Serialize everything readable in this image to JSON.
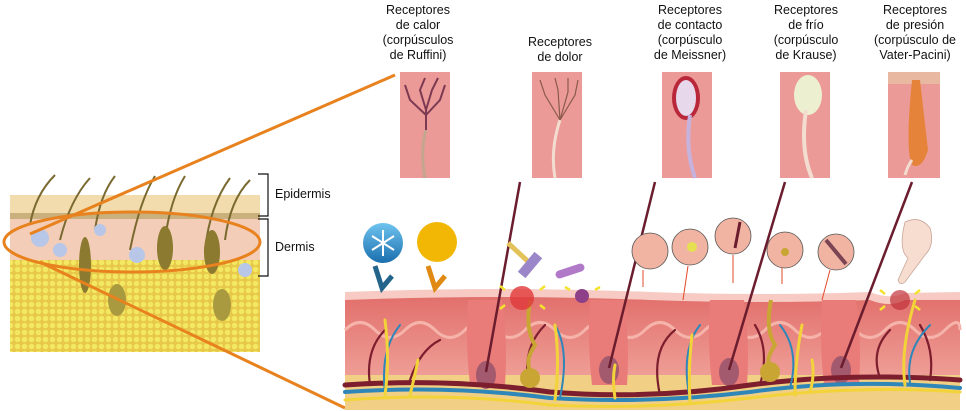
{
  "title": "Receptores sensoriales de la piel",
  "layers": [
    {
      "id": "epidermis",
      "label": "Epidermis"
    },
    {
      "id": "dermis",
      "label": "Dermis"
    }
  ],
  "receptors": [
    {
      "id": "heat",
      "label": "Receptores\nde calor\n(corpúsculos\nde Ruffini)",
      "stimulus": "sun"
    },
    {
      "id": "pain",
      "label": "Receptores\nde dolor",
      "stimulus": "hammer-and-chemical"
    },
    {
      "id": "touch",
      "label": "Receptores\nde contacto\n(corpúsculo\nde Meissner)",
      "stimulus": "light-touch"
    },
    {
      "id": "cold",
      "label": "Receptores\nde frío\n(corpúsculo\nde Krause)",
      "stimulus": "cold"
    },
    {
      "id": "pressure",
      "label": "Receptores\nde presión\n(corpúsculo de\nVater-Pacini)",
      "stimulus": "finger-press"
    }
  ],
  "stimulus_icons": {
    "cold": "snowflake-icon",
    "heat": "sun-icon",
    "pain_mechanical": "hammer-icon",
    "pain_chemical": "test-tube-icon",
    "pressure": "finger-icon"
  },
  "colors": {
    "highlight": "#e8821e",
    "skin_dermis": "#e98a86",
    "skin_epidermis": "#f6c7c0",
    "fat_layer": "#f1cf84",
    "fat_cells": "#efe04a",
    "nerve": "#f3d33a",
    "artery": "#7c1e2e",
    "vein": "#2f86b8",
    "snow": "#2a8cc8",
    "sun": "#f2b705"
  }
}
